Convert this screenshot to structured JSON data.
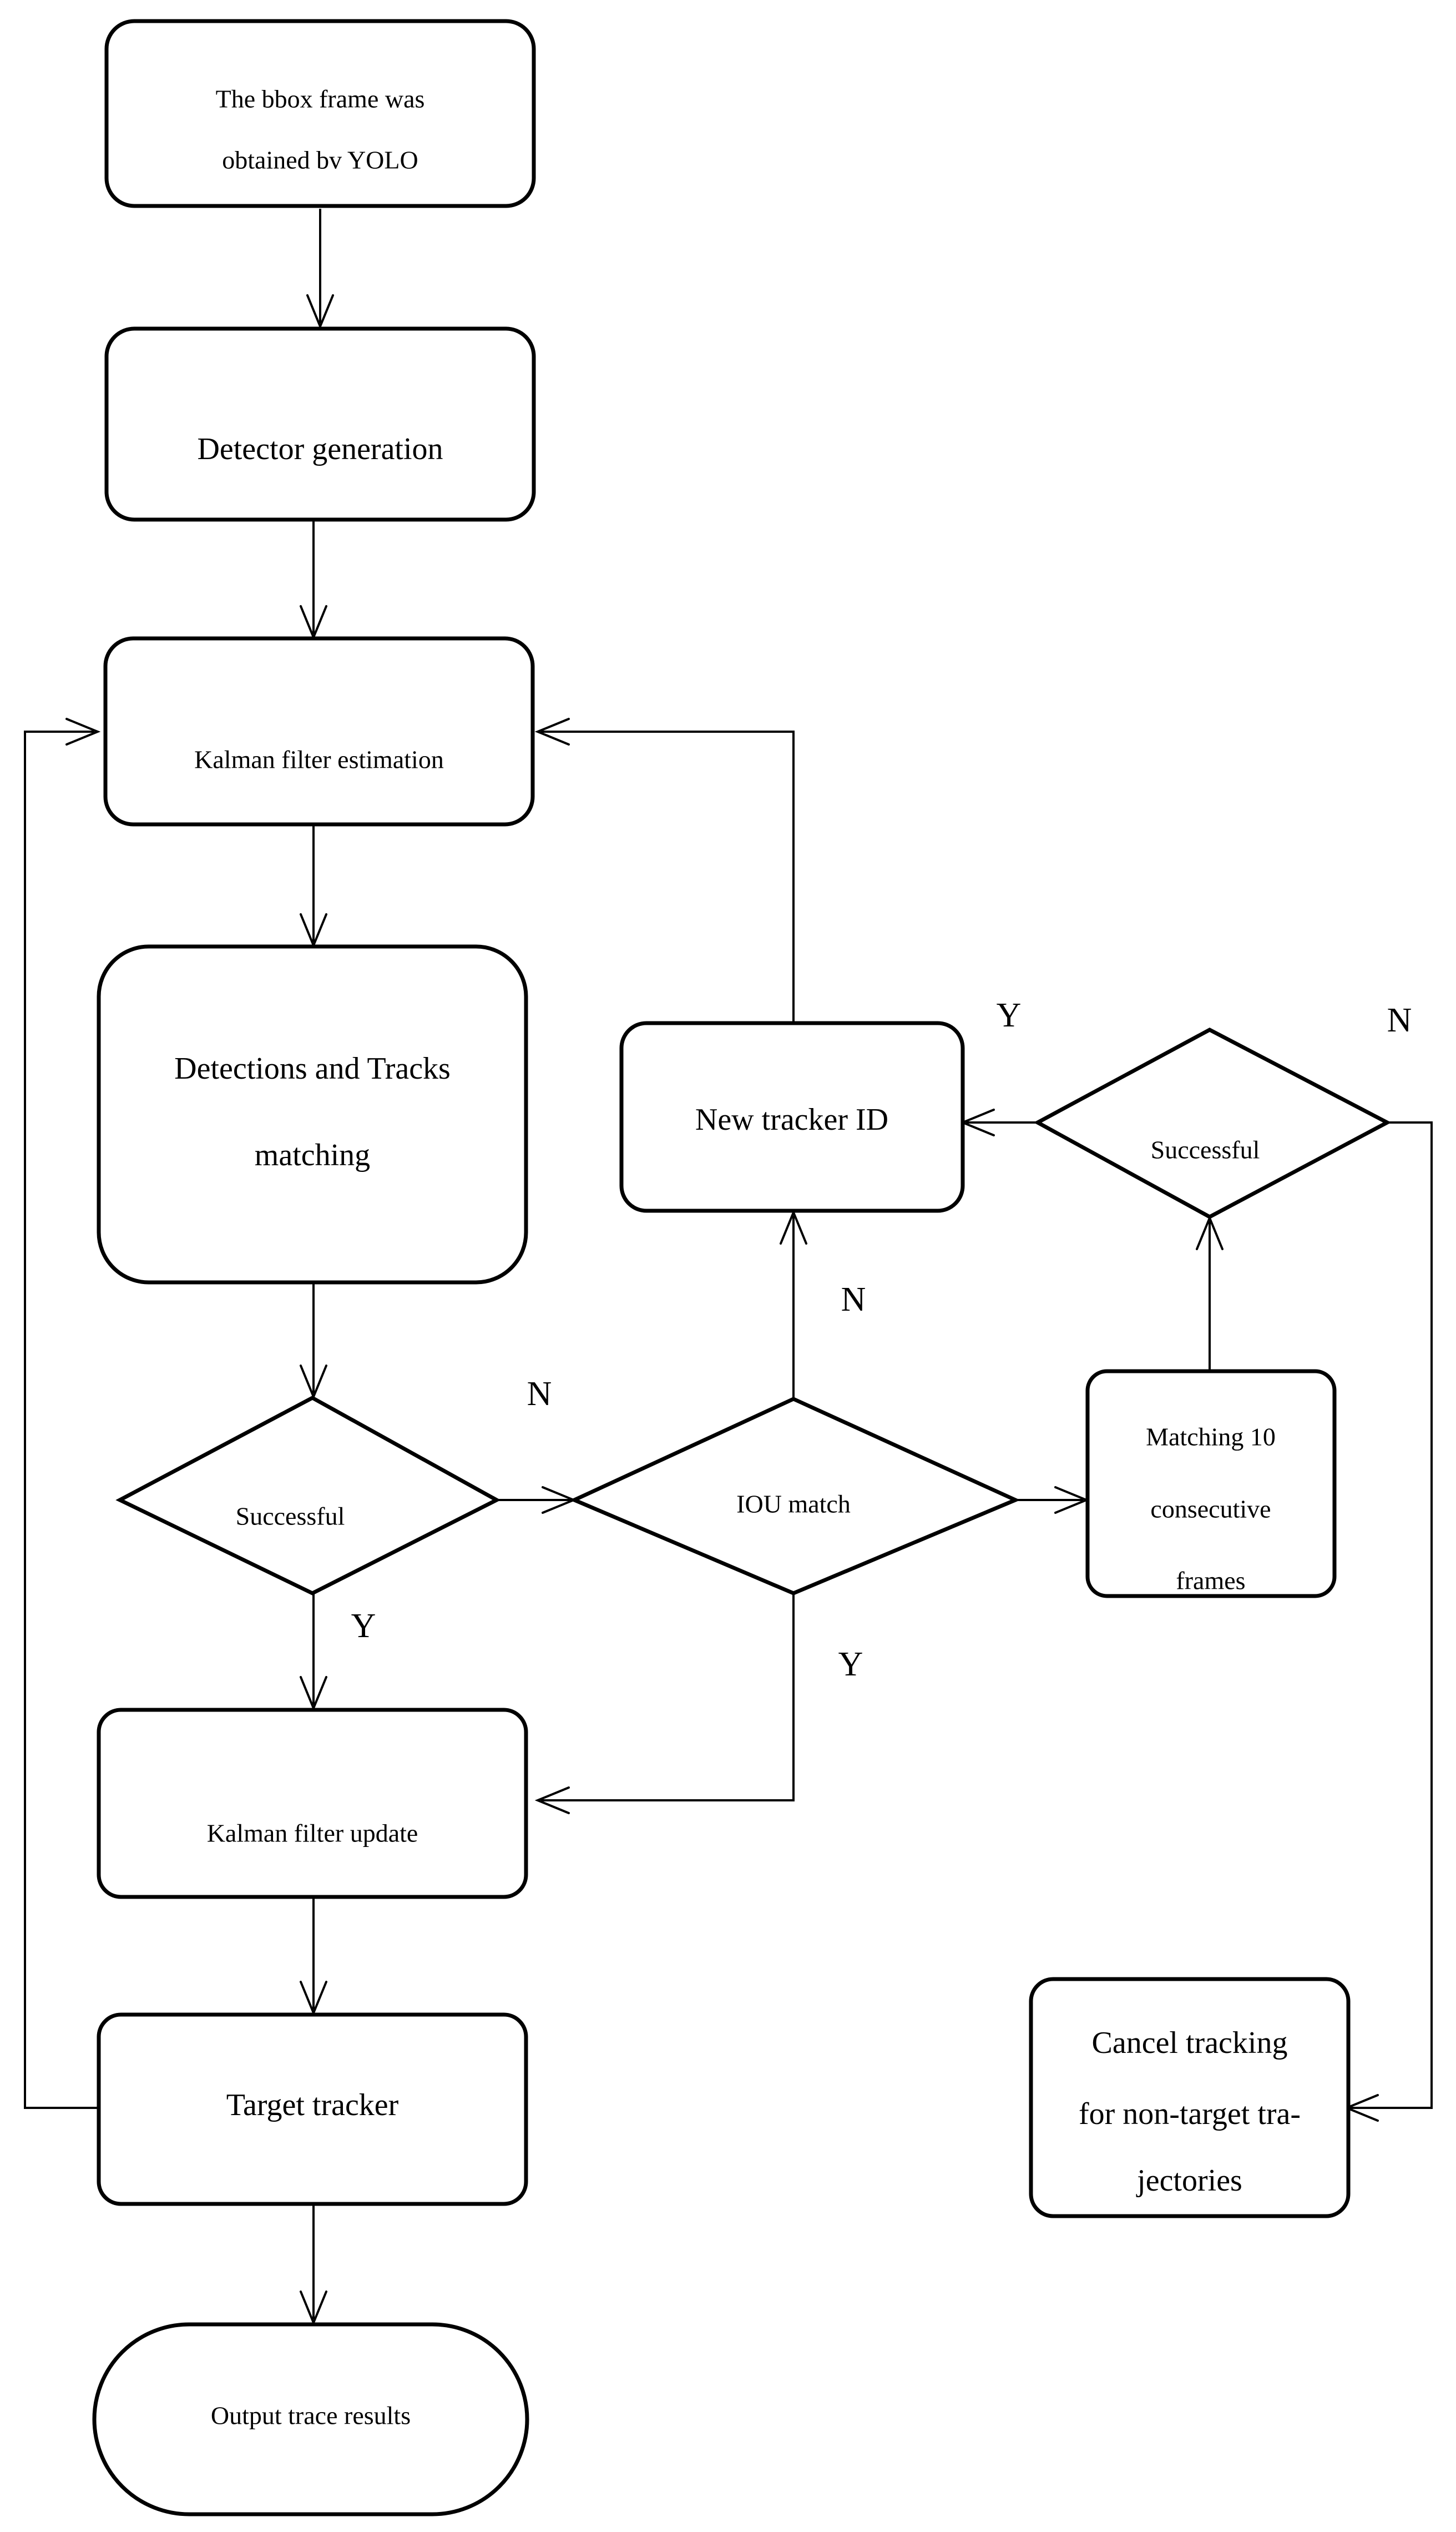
{
  "nodes": {
    "yolo": {
      "lines": [
        "The bbox frame was",
        "obtained bv YOLO"
      ]
    },
    "detector": {
      "lines": [
        "Detector generation"
      ]
    },
    "kalman_est": {
      "lines": [
        "Kalman filter estimation"
      ]
    },
    "det_tracks": {
      "lines": [
        "Detections and Tracks",
        "matching"
      ]
    },
    "successful_1": {
      "lines": [
        "Successful"
      ]
    },
    "iou": {
      "lines": [
        "IOU match"
      ]
    },
    "match10": {
      "lines": [
        "Matching 10",
        "consecutive",
        "frames"
      ]
    },
    "successful_2": {
      "lines": [
        "Successful"
      ]
    },
    "new_tracker": {
      "lines": [
        "New tracker ID"
      ]
    },
    "kalman_upd": {
      "lines": [
        "Kalman filter update"
      ]
    },
    "target_tracker": {
      "lines": [
        "Target tracker"
      ]
    },
    "output": {
      "lines": [
        "Output trace results"
      ]
    },
    "cancel": {
      "lines": [
        "Cancel tracking",
        "for non-target tra-",
        "jectories"
      ]
    }
  },
  "edge_labels": {
    "succ1_no": "N",
    "succ1_yes": "Y",
    "iou_no": "N",
    "iou_yes": "Y",
    "succ2_yes": "Y",
    "succ2_no": "N"
  }
}
